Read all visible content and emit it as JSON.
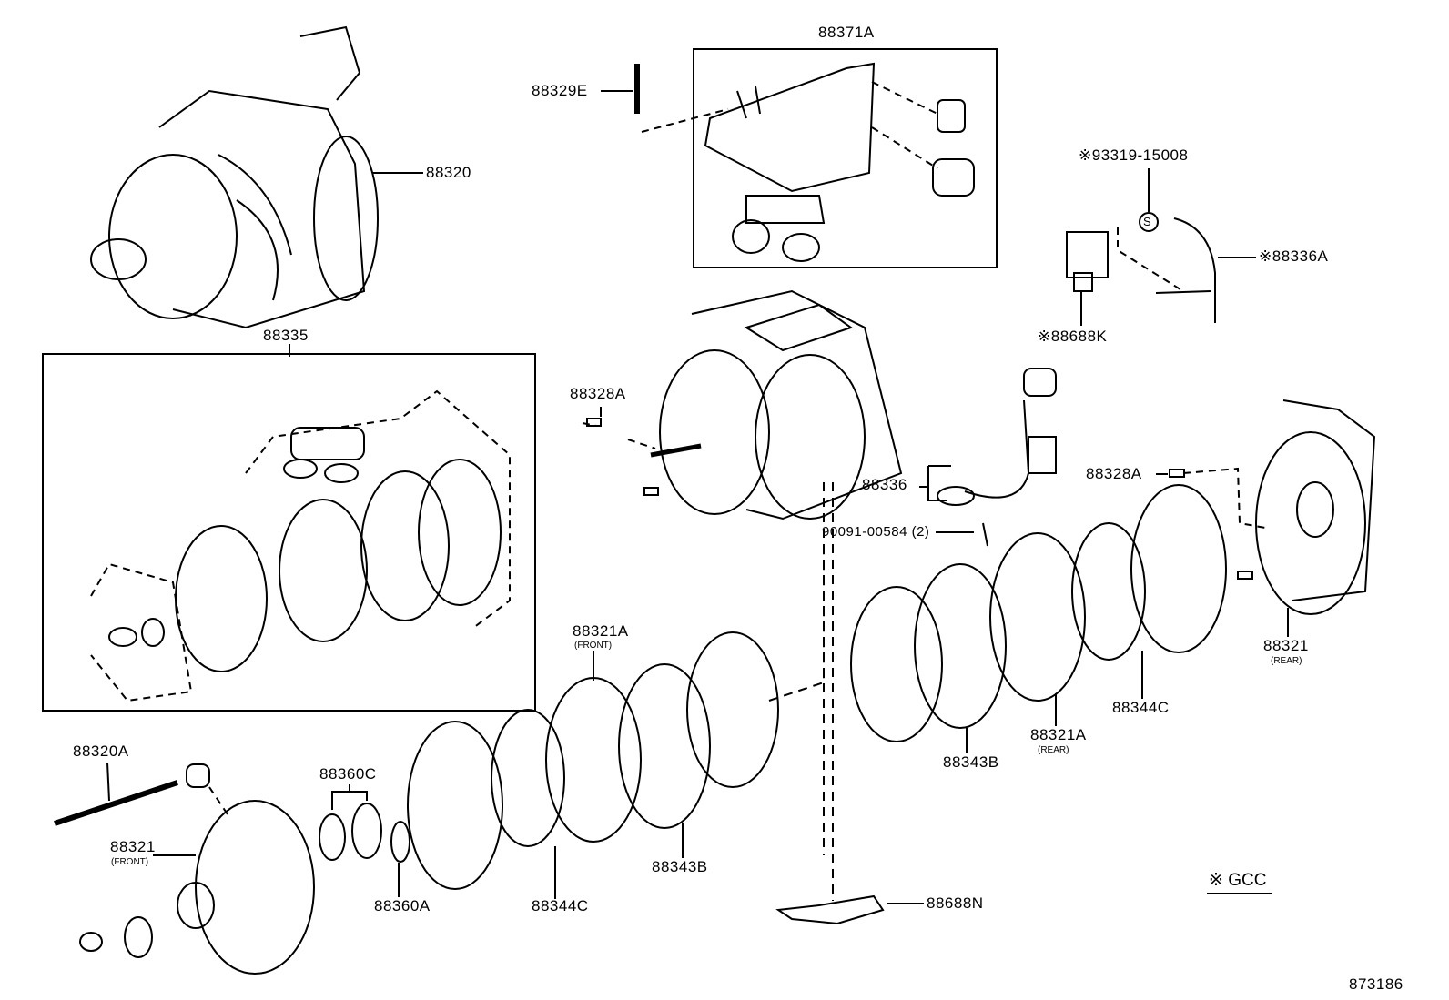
{
  "diagram": {
    "labels": [
      "88371A",
      "88329E",
      "88320",
      "※93319-15008",
      "※88336A",
      "※88688K",
      "88335",
      "88328A",
      "88336",
      "90091-00584 (2)",
      "88328A",
      "88321",
      "88321A",
      "88344C",
      "88321A",
      "88343B",
      "88320A",
      "88360C",
      "88321",
      "88343B",
      "88360A",
      "88344C",
      "88688N"
    ],
    "sublabels": {
      "rear_88321": "(REAR)",
      "front_88321A": "(FRONT)",
      "rear_88321A": "(REAR)",
      "front_88321": "(FRONT)"
    },
    "seal_symbol": "S",
    "legend": "※ GCC",
    "figure_number": "873186"
  }
}
